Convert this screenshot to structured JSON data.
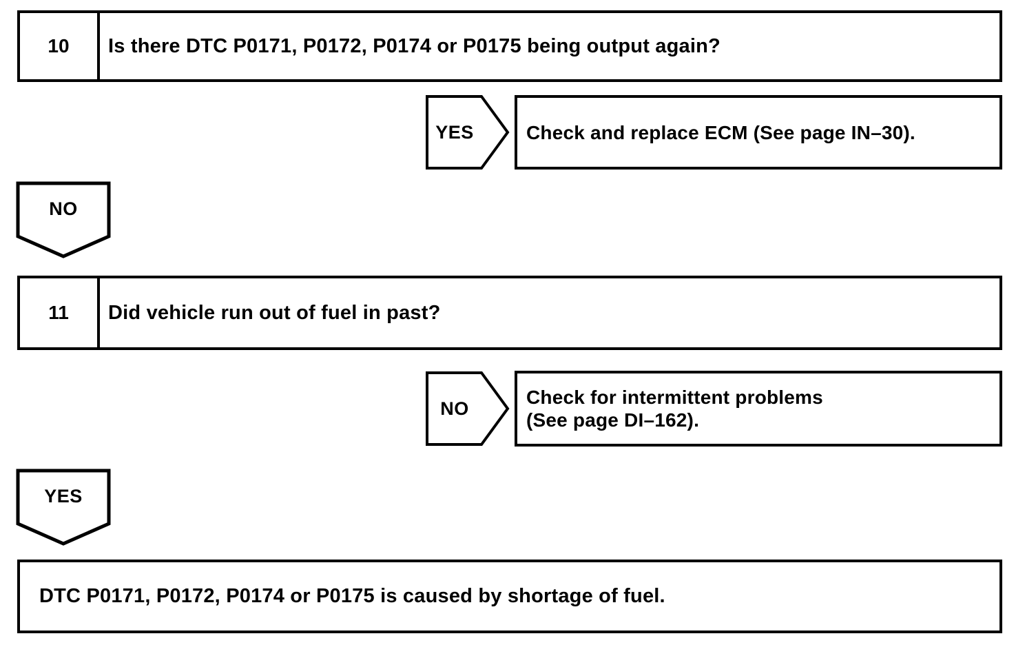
{
  "figure": {
    "type": "flowchart",
    "background_color": "#ffffff",
    "line_color": "#000000"
  },
  "steps": [
    {
      "number": "10",
      "question": "Is there DTC P0171, P0172, P0174 or P0175 being output again?",
      "branch_label": "YES",
      "result_lines": [
        "Check and replace ECM (See page IN–30)."
      ],
      "continue_label": "NO"
    },
    {
      "number": "11",
      "question": "Did vehicle run out of fuel in past?",
      "branch_label": "NO",
      "result_lines": [
        "Check for intermittent problems",
        "(See page DI–162)."
      ],
      "continue_label": "YES"
    }
  ],
  "conclusion": "DTC P0171, P0172, P0174 or P0175 is caused by shortage of fuel."
}
